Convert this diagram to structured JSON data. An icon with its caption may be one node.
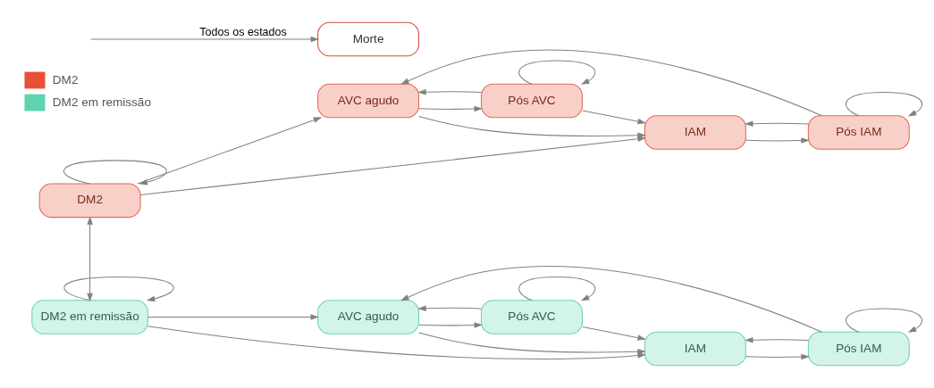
{
  "diagram": {
    "nodes": [
      {
        "text": [
          "DM2"
        ]
      },
      {
        "text": [
          "AVC agudo"
        ]
      },
      {
        "text": [
          "Pós AVC"
        ]
      },
      {
        "text": [
          "IAM"
        ]
      },
      {
        "text": [
          "Pós IAM"
        ]
      },
      {
        "text": [
          "Morte"
        ]
      },
      {
        "text": [
          "DM2 em remissão"
        ]
      },
      {
        "text": [
          "AVC agudo"
        ]
      },
      {
        "text": [
          "Pós AVC"
        ]
      },
      {
        "text": [
          "IAM"
        ]
      },
      {
        "text": [
          "Pós IAM"
        ]
      }
    ],
    "edges": [
      {
        "from": 0,
        "to": 0,
        "arrow": "to"
      },
      {
        "from": 0,
        "to": 1,
        "arrow": "to"
      },
      {
        "from": 0,
        "to": 3,
        "arrow": "to"
      },
      {
        "from": 1,
        "to": 3,
        "arrow": "to"
      },
      {
        "from": 1,
        "to": 2,
        "arrow": "to"
      },
      {
        "from": 2,
        "to": 1,
        "arrow": "to"
      },
      {
        "from": 3,
        "to": 4,
        "arrow": "to"
      },
      {
        "from": 4,
        "to": 3,
        "arrow": "to"
      },
      {
        "from": 2,
        "to": 3,
        "arrow": "to"
      },
      {
        "from": 4,
        "to": 1,
        "arrow": "to"
      },
      {
        "from": 2,
        "to": 2,
        "arrow": "to"
      },
      {
        "from": 4,
        "to": 4,
        "arrow": "to"
      },
      {
        "from": 0,
        "to": 6,
        "arrow": "both"
      },
      {
        "from": 6,
        "to": 6,
        "arrow": "to"
      },
      {
        "from": 6,
        "to": 7,
        "arrow": "to"
      },
      {
        "from": 6,
        "to": 9,
        "arrow": "to"
      },
      {
        "from": 7,
        "to": 9,
        "arrow": "to"
      },
      {
        "from": 7,
        "to": 8,
        "arrow": "to"
      },
      {
        "from": 8,
        "to": 7,
        "arrow": "to"
      },
      {
        "from": 9,
        "to": 10,
        "arrow": "to"
      },
      {
        "from": 10,
        "to": 9,
        "arrow": "to"
      },
      {
        "from": 8,
        "to": 9,
        "arrow": "to"
      },
      {
        "from": 10,
        "to": 7,
        "arrow": "to"
      },
      {
        "from": 8,
        "to": 8,
        "arrow": "to"
      },
      {
        "from": 10,
        "to": 10,
        "arrow": "to"
      },
      {
        "from": null,
        "to": 5,
        "arrow": "to",
        "label": "Todos os estados"
      }
    ],
    "legend": [
      {
        "text": "DM2",
        "color": "#e8503a"
      },
      {
        "text": "DM2 em remissão",
        "color": "#5fd3b0"
      }
    ]
  }
}
